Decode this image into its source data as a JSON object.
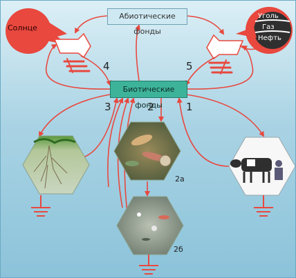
{
  "abiotic_funds": "Абиотические фонды",
  "biotic_funds": "Биотические фонды",
  "sun": "Солнце",
  "fossil": {
    "coal": "Уголь",
    "gas": "Газ",
    "oil": "Нефть"
  },
  "numbers": {
    "n1": "1",
    "n2": "2",
    "n3": "3",
    "n4": "4",
    "n5": "5",
    "n2a": "2а",
    "n2b": "2б"
  },
  "colors": {
    "arrow": "#e8483e",
    "sun": "#e8483e",
    "biotic_box": "#3db39a",
    "abiotic_box": "#cfe9f3",
    "background": "#a9d3e4"
  },
  "icons": [
    "sun-shape",
    "fossil-fuel-ring",
    "plant-hexagon",
    "soil-animals-hexagon",
    "microbes-hexagon",
    "cow-hexagon",
    "ground-sink-icon"
  ]
}
